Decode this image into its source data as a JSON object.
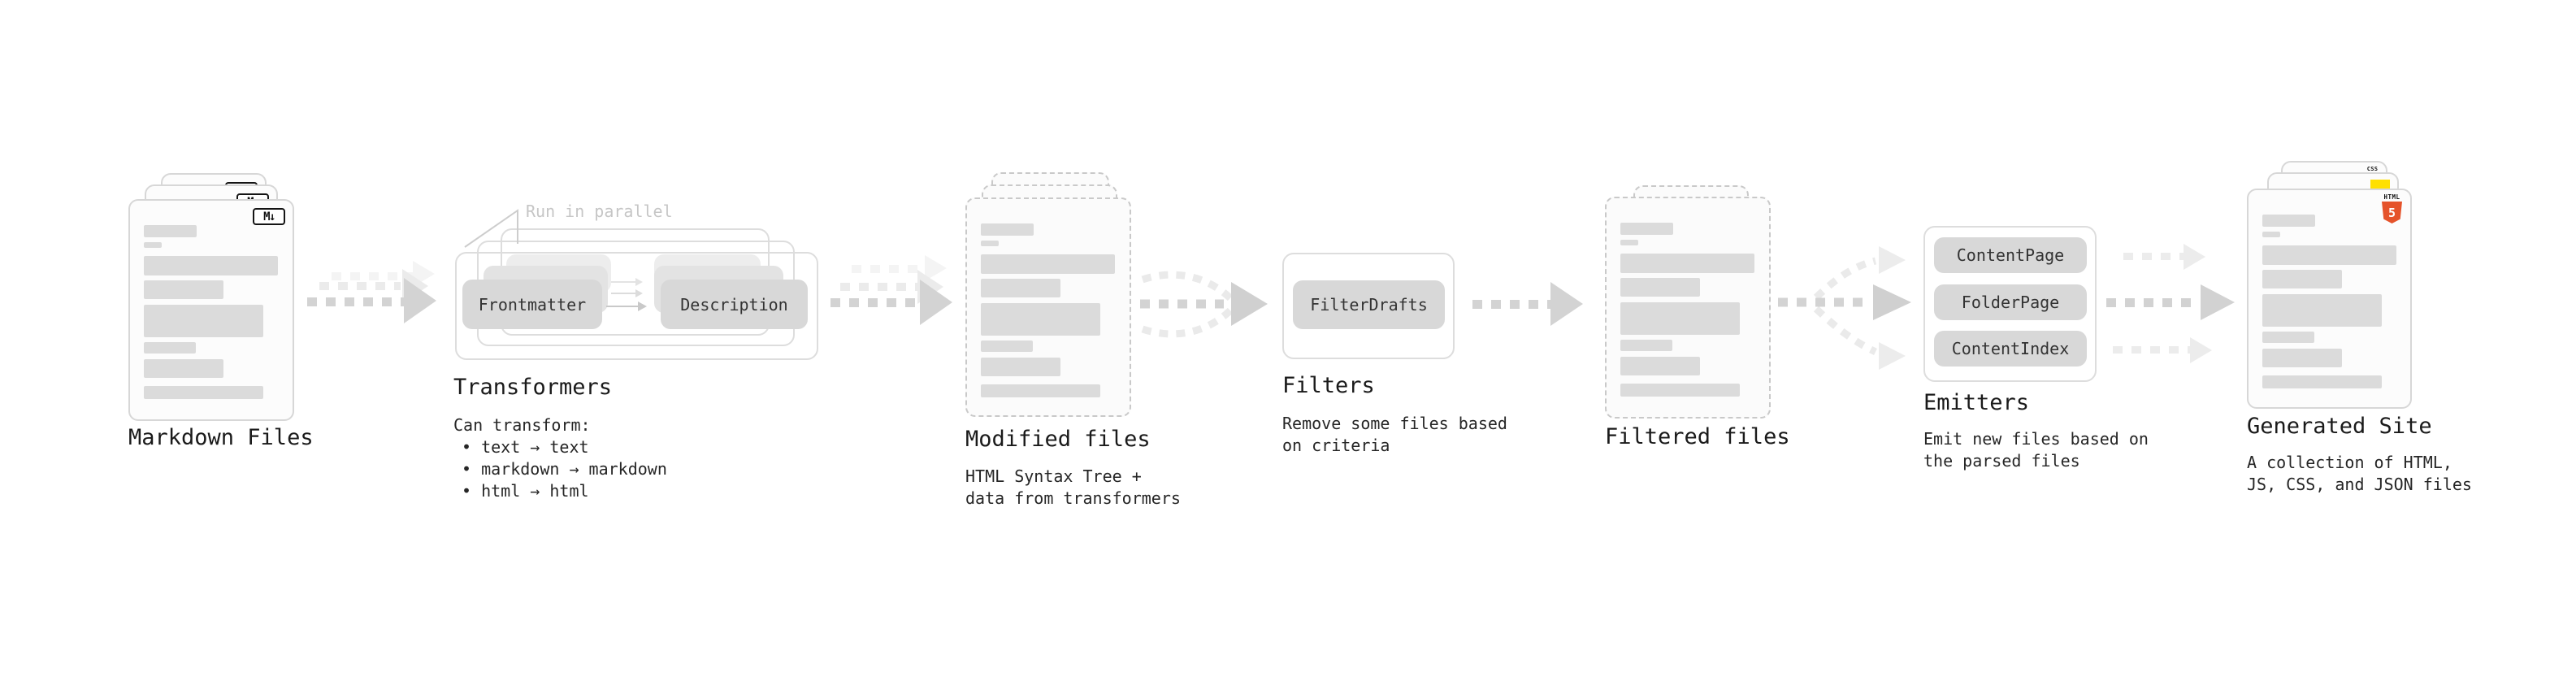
{
  "stages": {
    "markdown_files": {
      "label": "Markdown Files",
      "file_badge": "M↓"
    },
    "transformers": {
      "label": "Transformers",
      "annotation": "Run in parallel",
      "chips": [
        {
          "label": "Frontmatter"
        },
        {
          "label": "Description"
        }
      ],
      "note_title": "Can transform:",
      "bullets": [
        "• text → text",
        "• markdown → markdown",
        "• html → html"
      ]
    },
    "modified_files": {
      "label": "Modified files",
      "note_lines": [
        "HTML Syntax Tree +",
        "data from transformers"
      ]
    },
    "filters": {
      "label": "Filters",
      "chips": [
        {
          "label": "FilterDrafts"
        }
      ],
      "note_lines": [
        "Remove some files based",
        "on criteria"
      ]
    },
    "filtered_files": {
      "label": "Filtered files"
    },
    "emitters": {
      "label": "Emitters",
      "chips": [
        {
          "label": "ContentPage"
        },
        {
          "label": "FolderPage"
        },
        {
          "label": "ContentIndex"
        }
      ],
      "note_lines": [
        "Emit new files based on",
        "the parsed files"
      ]
    },
    "generated_site": {
      "label": "Generated Site",
      "note_lines": [
        "A collection of HTML,",
        "JS, CSS, and JSON files"
      ],
      "html5_badge_word": "HTML",
      "html5_badge_number": "5",
      "css_badge_word": "CSS"
    }
  },
  "colors": {
    "html5_orange": "#e5532b",
    "js_yellow": "#ffe000",
    "css_blue": "#2e6be6",
    "arrow_gray": "#d3d3d3"
  }
}
